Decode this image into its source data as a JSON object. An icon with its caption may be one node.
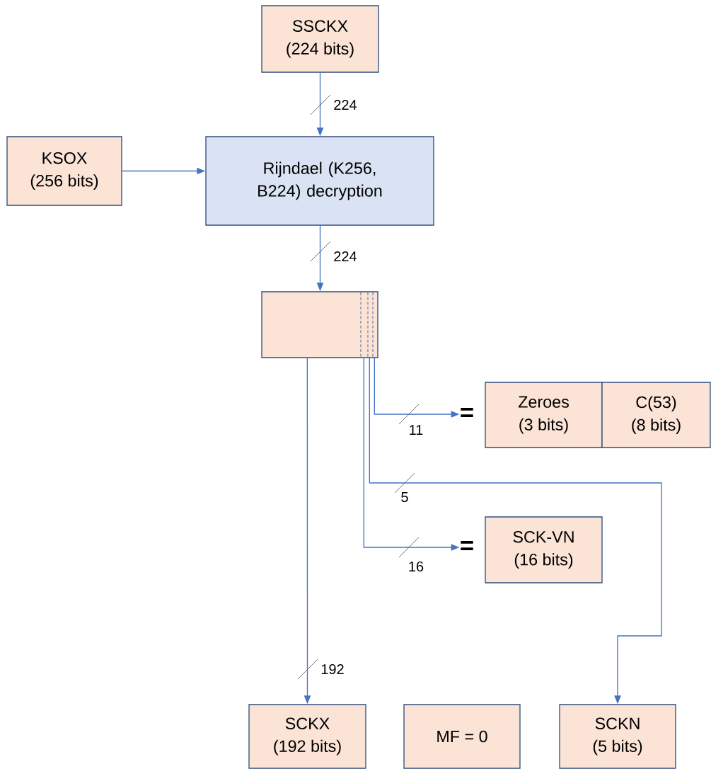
{
  "diagram": {
    "nodes": [
      {
        "text": [
          "SSCKX",
          "(224 bits)"
        ]
      },
      {
        "text": [
          "KSOX",
          "(256 bits)"
        ]
      },
      {
        "text": [
          "Rijndael (K256, B224) decryption"
        ]
      },
      {
        "text": [],
        "shape": "box"
      },
      {
        "text": [
          "="
        ]
      },
      {
        "text": [
          "Zeroes",
          "(3 bits)"
        ]
      },
      {
        "text": [
          "C(53)",
          "(8 bits)"
        ]
      },
      {
        "text": [
          "="
        ]
      },
      {
        "text": [
          "SCK-VN",
          "(16 bits)"
        ]
      },
      {
        "text": [
          "SCKX",
          "(192 bits)"
        ]
      },
      {
        "text": [
          "MF = 0"
        ]
      },
      {
        "text": [
          "SCKN",
          "(5 bits)"
        ]
      }
    ],
    "edges": [
      {
        "from": 0,
        "to": 2,
        "arrow": "to",
        "label": "224"
      },
      {
        "from": 1,
        "to": 2,
        "arrow": "to"
      },
      {
        "from": 2,
        "to": 3,
        "arrow": "to",
        "label": "224"
      },
      {
        "from": 3,
        "to": 4,
        "arrow": "to",
        "label": "11"
      },
      {
        "from": 3,
        "to": 11,
        "arrow": "to",
        "label": "5"
      },
      {
        "from": 3,
        "to": 7,
        "arrow": "to",
        "label": "16"
      },
      {
        "from": 3,
        "to": 9,
        "arrow": "to",
        "label": "192"
      }
    ]
  }
}
